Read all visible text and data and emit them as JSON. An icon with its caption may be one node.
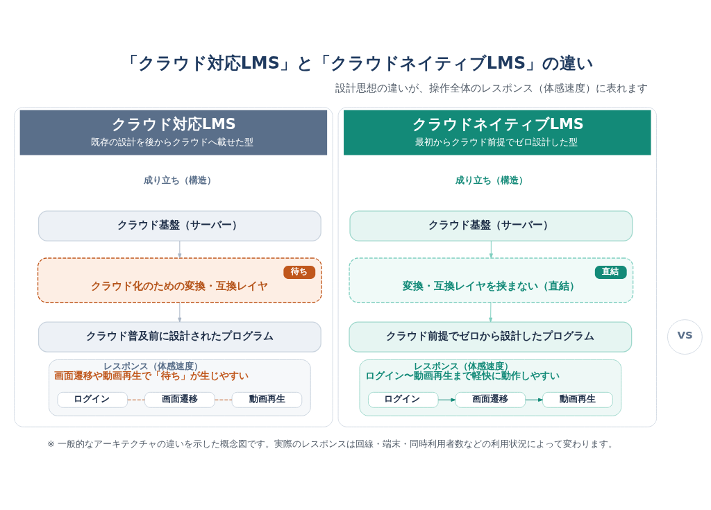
{
  "diagram": {
    "title": "「クラウド対応LMS」と「クラウドネイティブLMS」の違い",
    "caption": "※ 一般的なアーキテクチャの違いを示した概念図です。実際のレスポンスは回線・端末・同時利用者数などの利用状況によって変わります。",
    "nodes": [
      {
        "text": [
          "クラウド対応LMS",
          "既存の設計を後からクラウドへ載せた型"
        ]
      },
      {
        "text": [
          "クラウド基盤（サーバー）"
        ],
        "in": 0
      },
      {
        "text": [
          "待ち",
          "クラウド化のための変換・互換レイヤ"
        ],
        "in": 0
      },
      {
        "text": [
          "クラウド普及前に設計されたプログラム"
        ],
        "in": 0
      },
      {
        "text": [
          "レスポンス（体感速度）",
          "画面遷移や動画再生で「待ち」が生じやすい"
        ],
        "in": 0
      },
      {
        "text": [
          "ログイン"
        ],
        "in": 4
      },
      {
        "text": [
          "画面遷移"
        ],
        "in": 4
      },
      {
        "text": [
          "動画再生"
        ],
        "in": 4
      },
      {
        "text": [
          "VS"
        ]
      },
      {
        "text": [
          "クラウドネイティブLMS",
          "最初からクラウド前提でゼロ設計した型"
        ]
      },
      {
        "text": [
          "クラウド基盤（サーバー）"
        ],
        "in": 9
      },
      {
        "text": [
          "直結",
          "変換・互換レイヤを挟まない（直結）"
        ],
        "in": 9
      },
      {
        "text": [
          "クラウド前提でゼロから設計したプログラム"
        ],
        "in": 9
      },
      {
        "text": [
          "レスポンス（体感速度）",
          "ログイン〜動画再生まで軽快に動作しやすい"
        ],
        "in": 9
      },
      {
        "text": [
          "ログイン"
        ],
        "in": 13
      },
      {
        "text": [
          "画面遷移"
        ],
        "in": 13
      },
      {
        "text": [
          "動画再生"
        ],
        "in": 13
      }
    ],
    "edges": [
      {
        "from": 1,
        "to": 2,
        "arrow": "to",
        "color": "#a9b6c6"
      },
      {
        "from": 2,
        "to": 3,
        "arrow": "to",
        "color": "#a9b6c6"
      },
      {
        "from": 5,
        "to": 6,
        "arrow": "none",
        "style": "dashed",
        "color": "#c0571c"
      },
      {
        "from": 6,
        "to": 7,
        "arrow": "none",
        "style": "dashed",
        "color": "#c0571c"
      },
      {
        "from": 10,
        "to": 11,
        "arrow": "to",
        "color": "#7fcfc0"
      },
      {
        "from": 11,
        "to": 12,
        "arrow": "to",
        "color": "#7fcfc0"
      },
      {
        "from": 14,
        "to": 15,
        "arrow": "to",
        "color": "#138a78"
      },
      {
        "from": 15,
        "to": 16,
        "arrow": "to",
        "color": "#138a78"
      }
    ],
    "labels": [
      "設計思想の違いが、操作全体のレスポンス（体感速度）に表れます",
      "成り立ち（構造）",
      "成り立ち（構造）"
    ]
  }
}
